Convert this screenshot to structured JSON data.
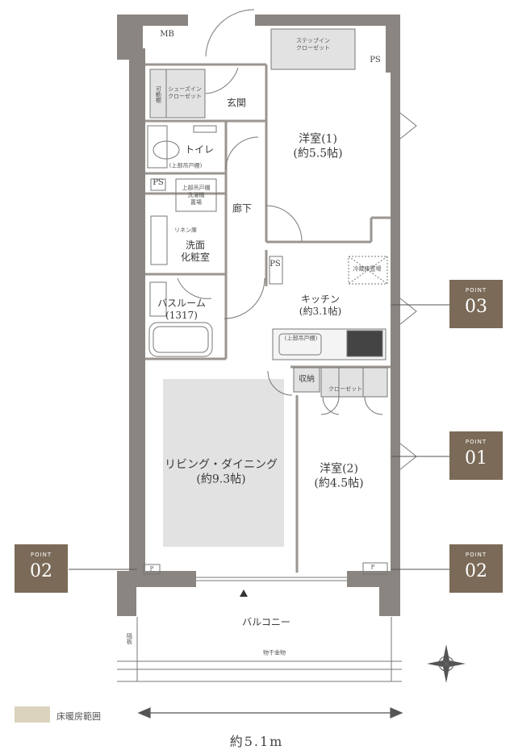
{
  "rooms": {
    "mb": "MB",
    "walkin_closet": [
      "ステップイン",
      "クローゼット"
    ],
    "shoes_closet": [
      "シューズイン",
      "クローゼット"
    ],
    "movable_shelf": "可動棚",
    "entrance": "玄関",
    "western1": [
      "洋室(1)",
      "(約5.5帖)"
    ],
    "toilet": "トイレ",
    "toilet_shelf": "(上部吊戸棚)",
    "ps": "PS",
    "corridor": "廊下",
    "laundry": [
      "上部吊戸棚",
      "洗濯機",
      "置場"
    ],
    "linen": "リネン庫",
    "washroom": [
      "洗面",
      "化粧室"
    ],
    "bathroom": [
      "バスルーム",
      "(1317)"
    ],
    "fridge": "冷蔵庫置場",
    "kitchen": [
      "キッチン",
      "(約3.1帖)"
    ],
    "kitchen_shelf": "(上部吊戸棚)",
    "storage": "収納",
    "closet": "クローゼット",
    "living": [
      "リビング・ダイニング",
      "(約9.3帖)"
    ],
    "western2": [
      "洋室(2)",
      "(約4.5帖)"
    ],
    "pipe": "P",
    "balcony": "バルコニー",
    "partition": "隔板",
    "clothes_hanger": "物干金物"
  },
  "points": [
    {
      "label": "POINT",
      "number": "03"
    },
    {
      "label": "POINT",
      "number": "01"
    },
    {
      "label": "POINT",
      "number": "02"
    },
    {
      "label": "POINT",
      "number": "02"
    }
  ],
  "legend": "床暖房範囲",
  "dimension": "約5.1m",
  "colors": {
    "wall": "#8a8580",
    "floor_heating": "#e2e2e2",
    "badge": "#7a6a57",
    "legend": "#dbd3bd"
  }
}
